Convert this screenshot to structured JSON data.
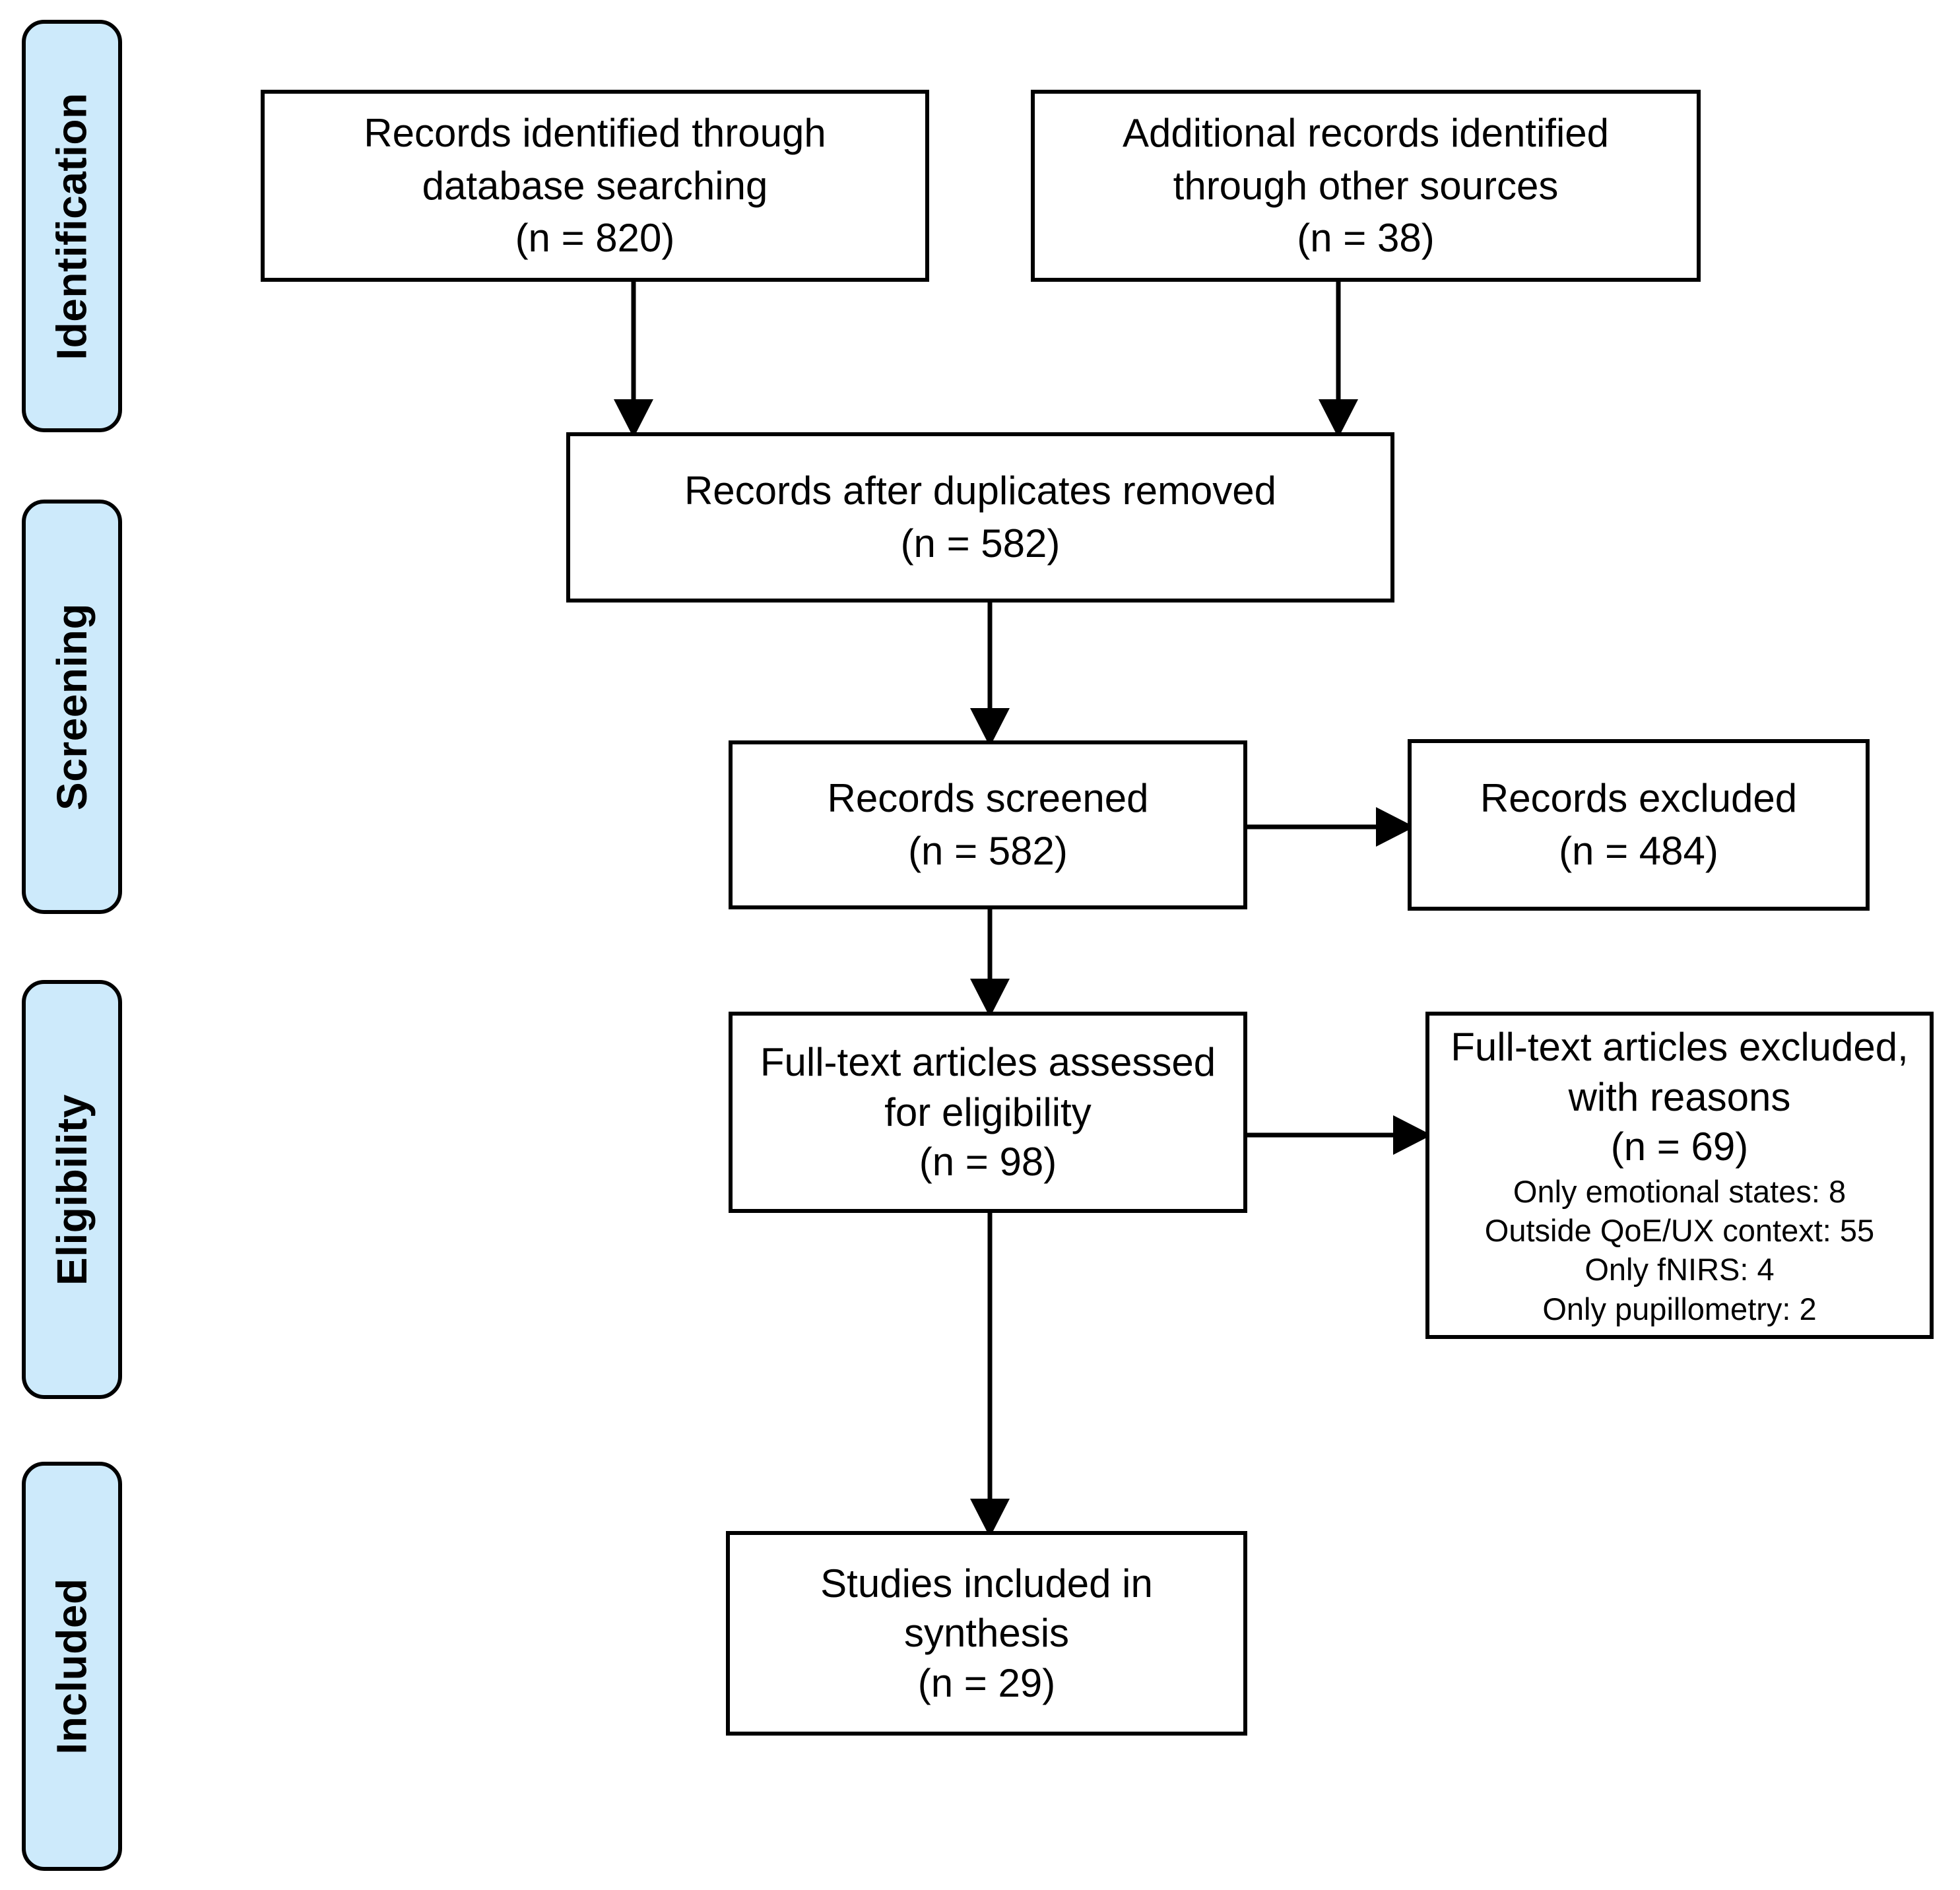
{
  "diagram": {
    "title": "PRISMA flow diagram",
    "accent_color": "#cdeafb",
    "line_color": "#000000",
    "background": "#ffffff"
  },
  "stages": [
    {
      "label": "Identification"
    },
    {
      "label": "Screening"
    },
    {
      "label": "Eligibility"
    },
    {
      "label": "Included"
    }
  ],
  "boxes": {
    "database_search": {
      "line1": "Records identified through",
      "line2": "database searching",
      "line3": "(n = 820)"
    },
    "other_sources": {
      "line1": "Additional records identified",
      "line2": "through other sources",
      "line3": "(n =   38)"
    },
    "duplicates_removed": {
      "line1": "Records after duplicates removed",
      "line2": "(n = 582)"
    },
    "records_screened": {
      "line1": "Records screened",
      "line2": "(n =  582)"
    },
    "records_excluded": {
      "line1": "Records excluded",
      "line2": "(n =  484)"
    },
    "fulltext_assessed": {
      "line1": "Full-text articles assessed",
      "line2": "for eligibility",
      "line3": "(n =  98)"
    },
    "fulltext_excluded": {
      "line1": "Full-text articles excluded,",
      "line2": "with reasons",
      "line3": "(n =  69)",
      "reasons": [
        "Only emotional states: 8",
        "Outside QoE/UX context: 55",
        "Only fNIRS: 4",
        "Only pupillometry: 2"
      ]
    },
    "studies_included": {
      "line1": "Studies included in",
      "line2": "synthesis",
      "line3": "(n =  29)"
    }
  },
  "chart_data": {
    "type": "diagram",
    "title": "PRISMA flow diagram",
    "nodes": [
      {
        "id": "database_search",
        "stage": "Identification",
        "label": "Records identified through database searching",
        "n": 820
      },
      {
        "id": "other_sources",
        "stage": "Identification",
        "label": "Additional records identified through other sources",
        "n": 38
      },
      {
        "id": "duplicates_removed",
        "stage": "Screening",
        "label": "Records after duplicates removed",
        "n": 582
      },
      {
        "id": "records_screened",
        "stage": "Screening",
        "label": "Records screened",
        "n": 582
      },
      {
        "id": "records_excluded",
        "stage": "Screening",
        "label": "Records excluded",
        "n": 484
      },
      {
        "id": "fulltext_assessed",
        "stage": "Eligibility",
        "label": "Full-text articles assessed for eligibility",
        "n": 98
      },
      {
        "id": "fulltext_excluded",
        "stage": "Eligibility",
        "label": "Full-text articles excluded, with reasons",
        "n": 69,
        "breakdown": [
          {
            "reason": "Only emotional states",
            "count": 8
          },
          {
            "reason": "Outside QoE/UX context",
            "count": 55
          },
          {
            "reason": "Only fNIRS",
            "count": 4
          },
          {
            "reason": "Only pupillometry",
            "count": 2
          }
        ]
      },
      {
        "id": "studies_included",
        "stage": "Included",
        "label": "Studies included in synthesis",
        "n": 29
      }
    ],
    "edges": [
      {
        "from": "database_search",
        "to": "duplicates_removed"
      },
      {
        "from": "other_sources",
        "to": "duplicates_removed"
      },
      {
        "from": "duplicates_removed",
        "to": "records_screened"
      },
      {
        "from": "records_screened",
        "to": "records_excluded"
      },
      {
        "from": "records_screened",
        "to": "fulltext_assessed"
      },
      {
        "from": "fulltext_assessed",
        "to": "fulltext_excluded"
      },
      {
        "from": "fulltext_assessed",
        "to": "studies_included"
      }
    ]
  }
}
